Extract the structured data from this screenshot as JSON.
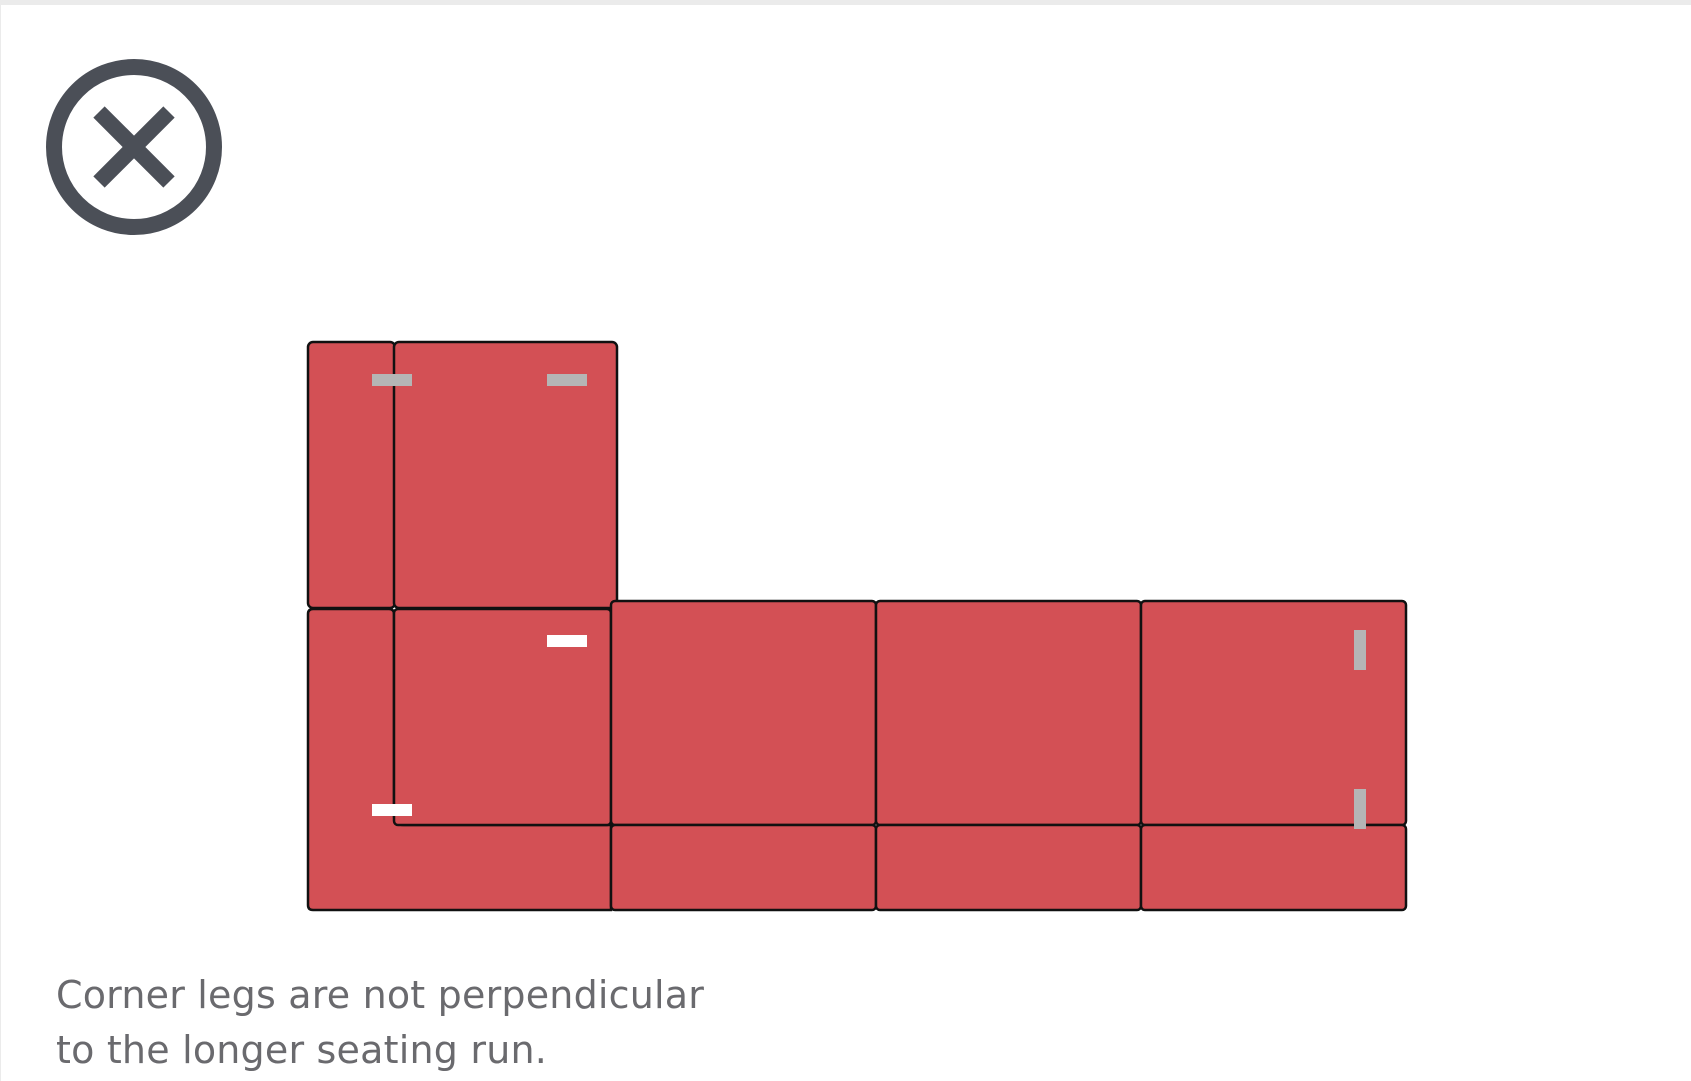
{
  "status": {
    "icon": "close-circle-icon",
    "meaning": "incorrect",
    "color": "#4b4f57"
  },
  "diagram": {
    "subject": "L-shaped sectional sofa, top view",
    "cushion_color": "#d35055",
    "outline_color": "#111111",
    "leg_color_gray": "#b5b5b5",
    "leg_color_white": "#ffffff",
    "legs_marked": 6
  },
  "caption": {
    "line1": "Corner legs are not perpendicular",
    "line2": "to the longer seating run."
  }
}
